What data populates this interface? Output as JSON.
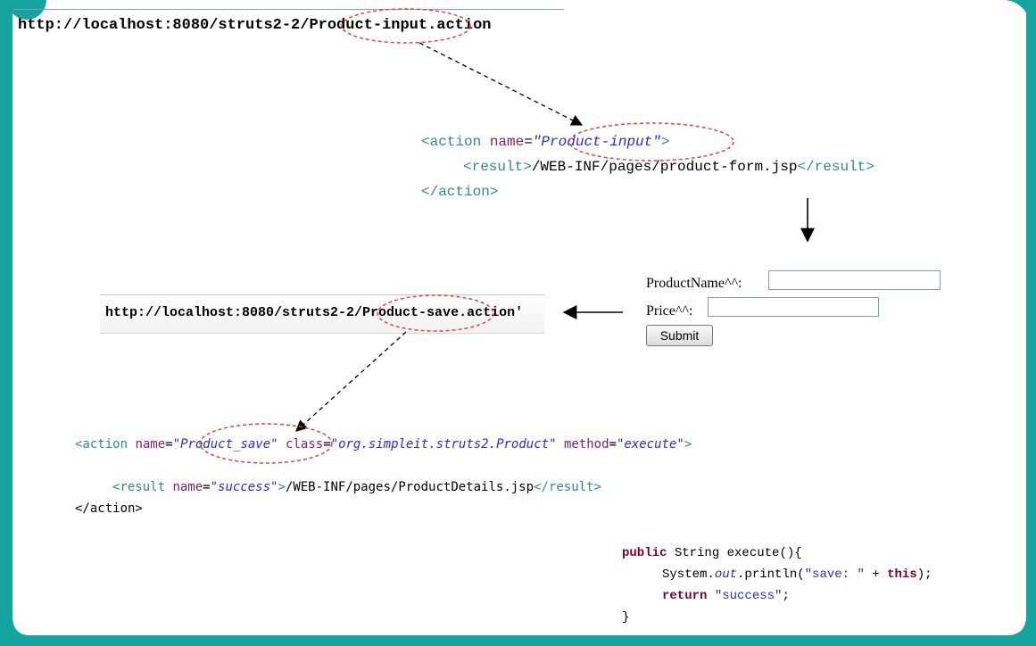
{
  "url_top": "http://localhost:8080/struts2-2/Product-input.action",
  "action1": {
    "line1_open": "<action ",
    "line1_attr": "name",
    "line1_eq": "=",
    "line1_val": "\"Product-input\"",
    "line1_close": ">",
    "line2_open": "<result>",
    "line2_text": "/WEB-INF/pages/product-form.jsp",
    "line2_close": "</result>",
    "line3": "</action>"
  },
  "form": {
    "product_name_label": "ProductName^^:",
    "price_label": "Price^^:",
    "submit_label": "Submit",
    "product_name_value": "",
    "price_value": ""
  },
  "url_save": "http://localhost:8080/struts2-2/Product-save.action'",
  "action2": {
    "open": "<action ",
    "name_attr": "name",
    "name_val": "\"Product_save\"",
    "class_attr": "class",
    "class_val": "\"org.simpleit.struts2.Product\"",
    "method_attr": "method",
    "method_val": "\"execute\"",
    "close": ">",
    "result_open": "<result ",
    "result_attr": "name",
    "result_val": "\"success\"",
    "result_gt": ">",
    "result_text": "/WEB-INF/pages/ProductDetails.jsp",
    "result_close": "</result>",
    "end": "</action>",
    "eq": "="
  },
  "method_code": {
    "l1_kw": "public",
    "l1_rest": " String execute(){",
    "l2_a": "System.",
    "l2_field": "out",
    "l2_b": ".println(",
    "l2_str": "\"save: \"",
    "l2_c": " + ",
    "l2_kw": "this",
    "l2_d": ");",
    "l3_kw": "return",
    "l3_sp": " ",
    "l3_str": "\"success\"",
    "l3_end": ";",
    "l4": "}"
  },
  "colors": {
    "teal_frame": "#14a5a0",
    "tag": "#2f8a8a",
    "attr": "#7b1f6e",
    "value": "#2a2ad0",
    "keyword": "#7a0033",
    "ellipse": "#e0463c"
  }
}
